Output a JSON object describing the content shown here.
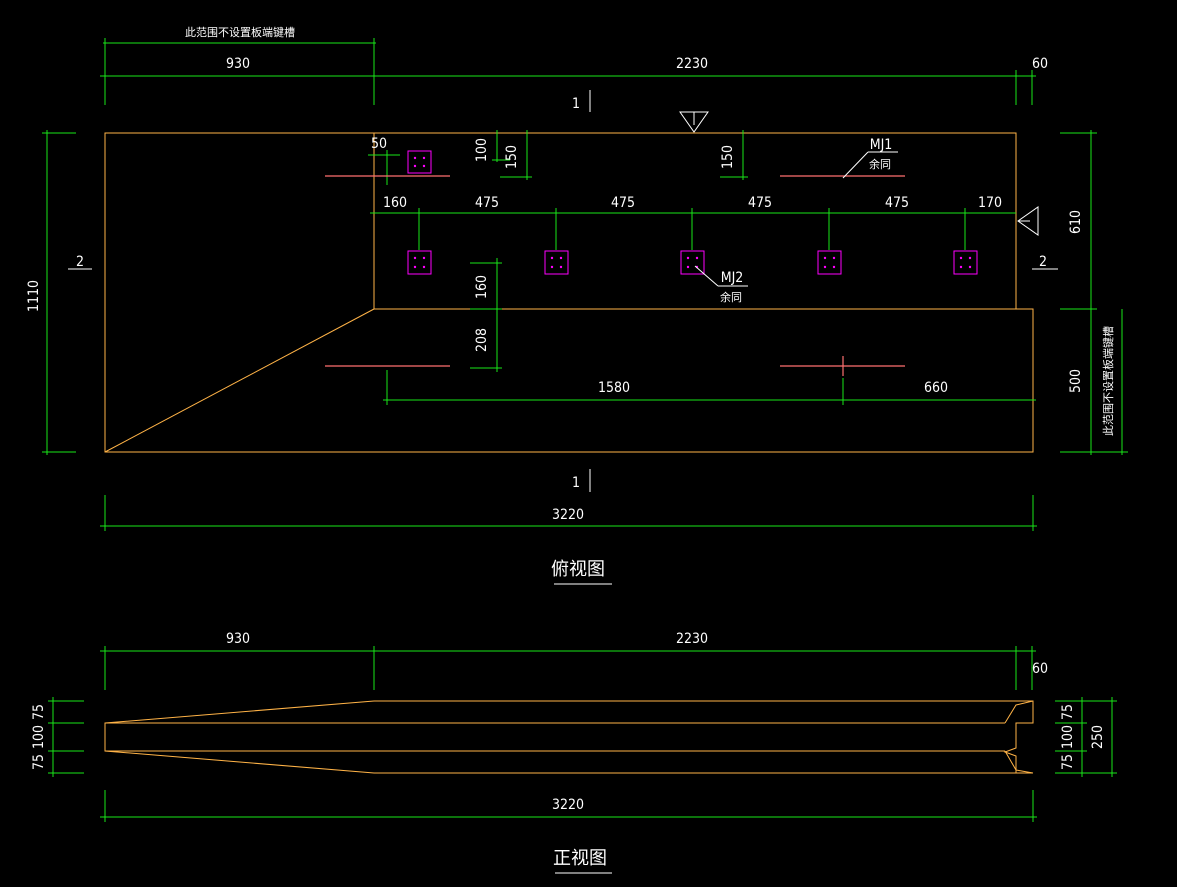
{
  "top_view": {
    "note": "此范围不设置板端键槽",
    "dims_top": [
      "930",
      "2230",
      "60"
    ],
    "section_mark_top": "1",
    "section_mark_bottom": "1",
    "section_mark_side_left": "2",
    "section_mark_side_right": "2",
    "dims_inner": [
      "50",
      "100",
      "150",
      "150"
    ],
    "dims_row": [
      "160",
      "475",
      "475",
      "475",
      "475",
      "170"
    ],
    "dims_vert_mid": [
      "160",
      "208"
    ],
    "dims_lower": [
      "1580",
      "660"
    ],
    "dim_left": "1110",
    "dim_right_upper": "610",
    "dim_right_lower": "500",
    "note_right": "此范围不设置板端键槽",
    "dim_total": "3220",
    "mj1_label": "MJ1",
    "mj1_sub": "余同",
    "mj2_label": "MJ2",
    "mj2_sub": "余同",
    "title": "俯视图"
  },
  "front_view": {
    "dims_top": [
      "930",
      "2230",
      "60"
    ],
    "dims_left": [
      "75",
      "100",
      "75"
    ],
    "dims_right": [
      "75",
      "100",
      "75"
    ],
    "dim_right_total": "250",
    "dim_total": "3220",
    "title": "正视图"
  },
  "colors": {
    "dimension": "#19e619",
    "outline": "#ffb347",
    "embed": "#ff00ff",
    "rebar": "#ff7070",
    "text": "#ffffff"
  }
}
